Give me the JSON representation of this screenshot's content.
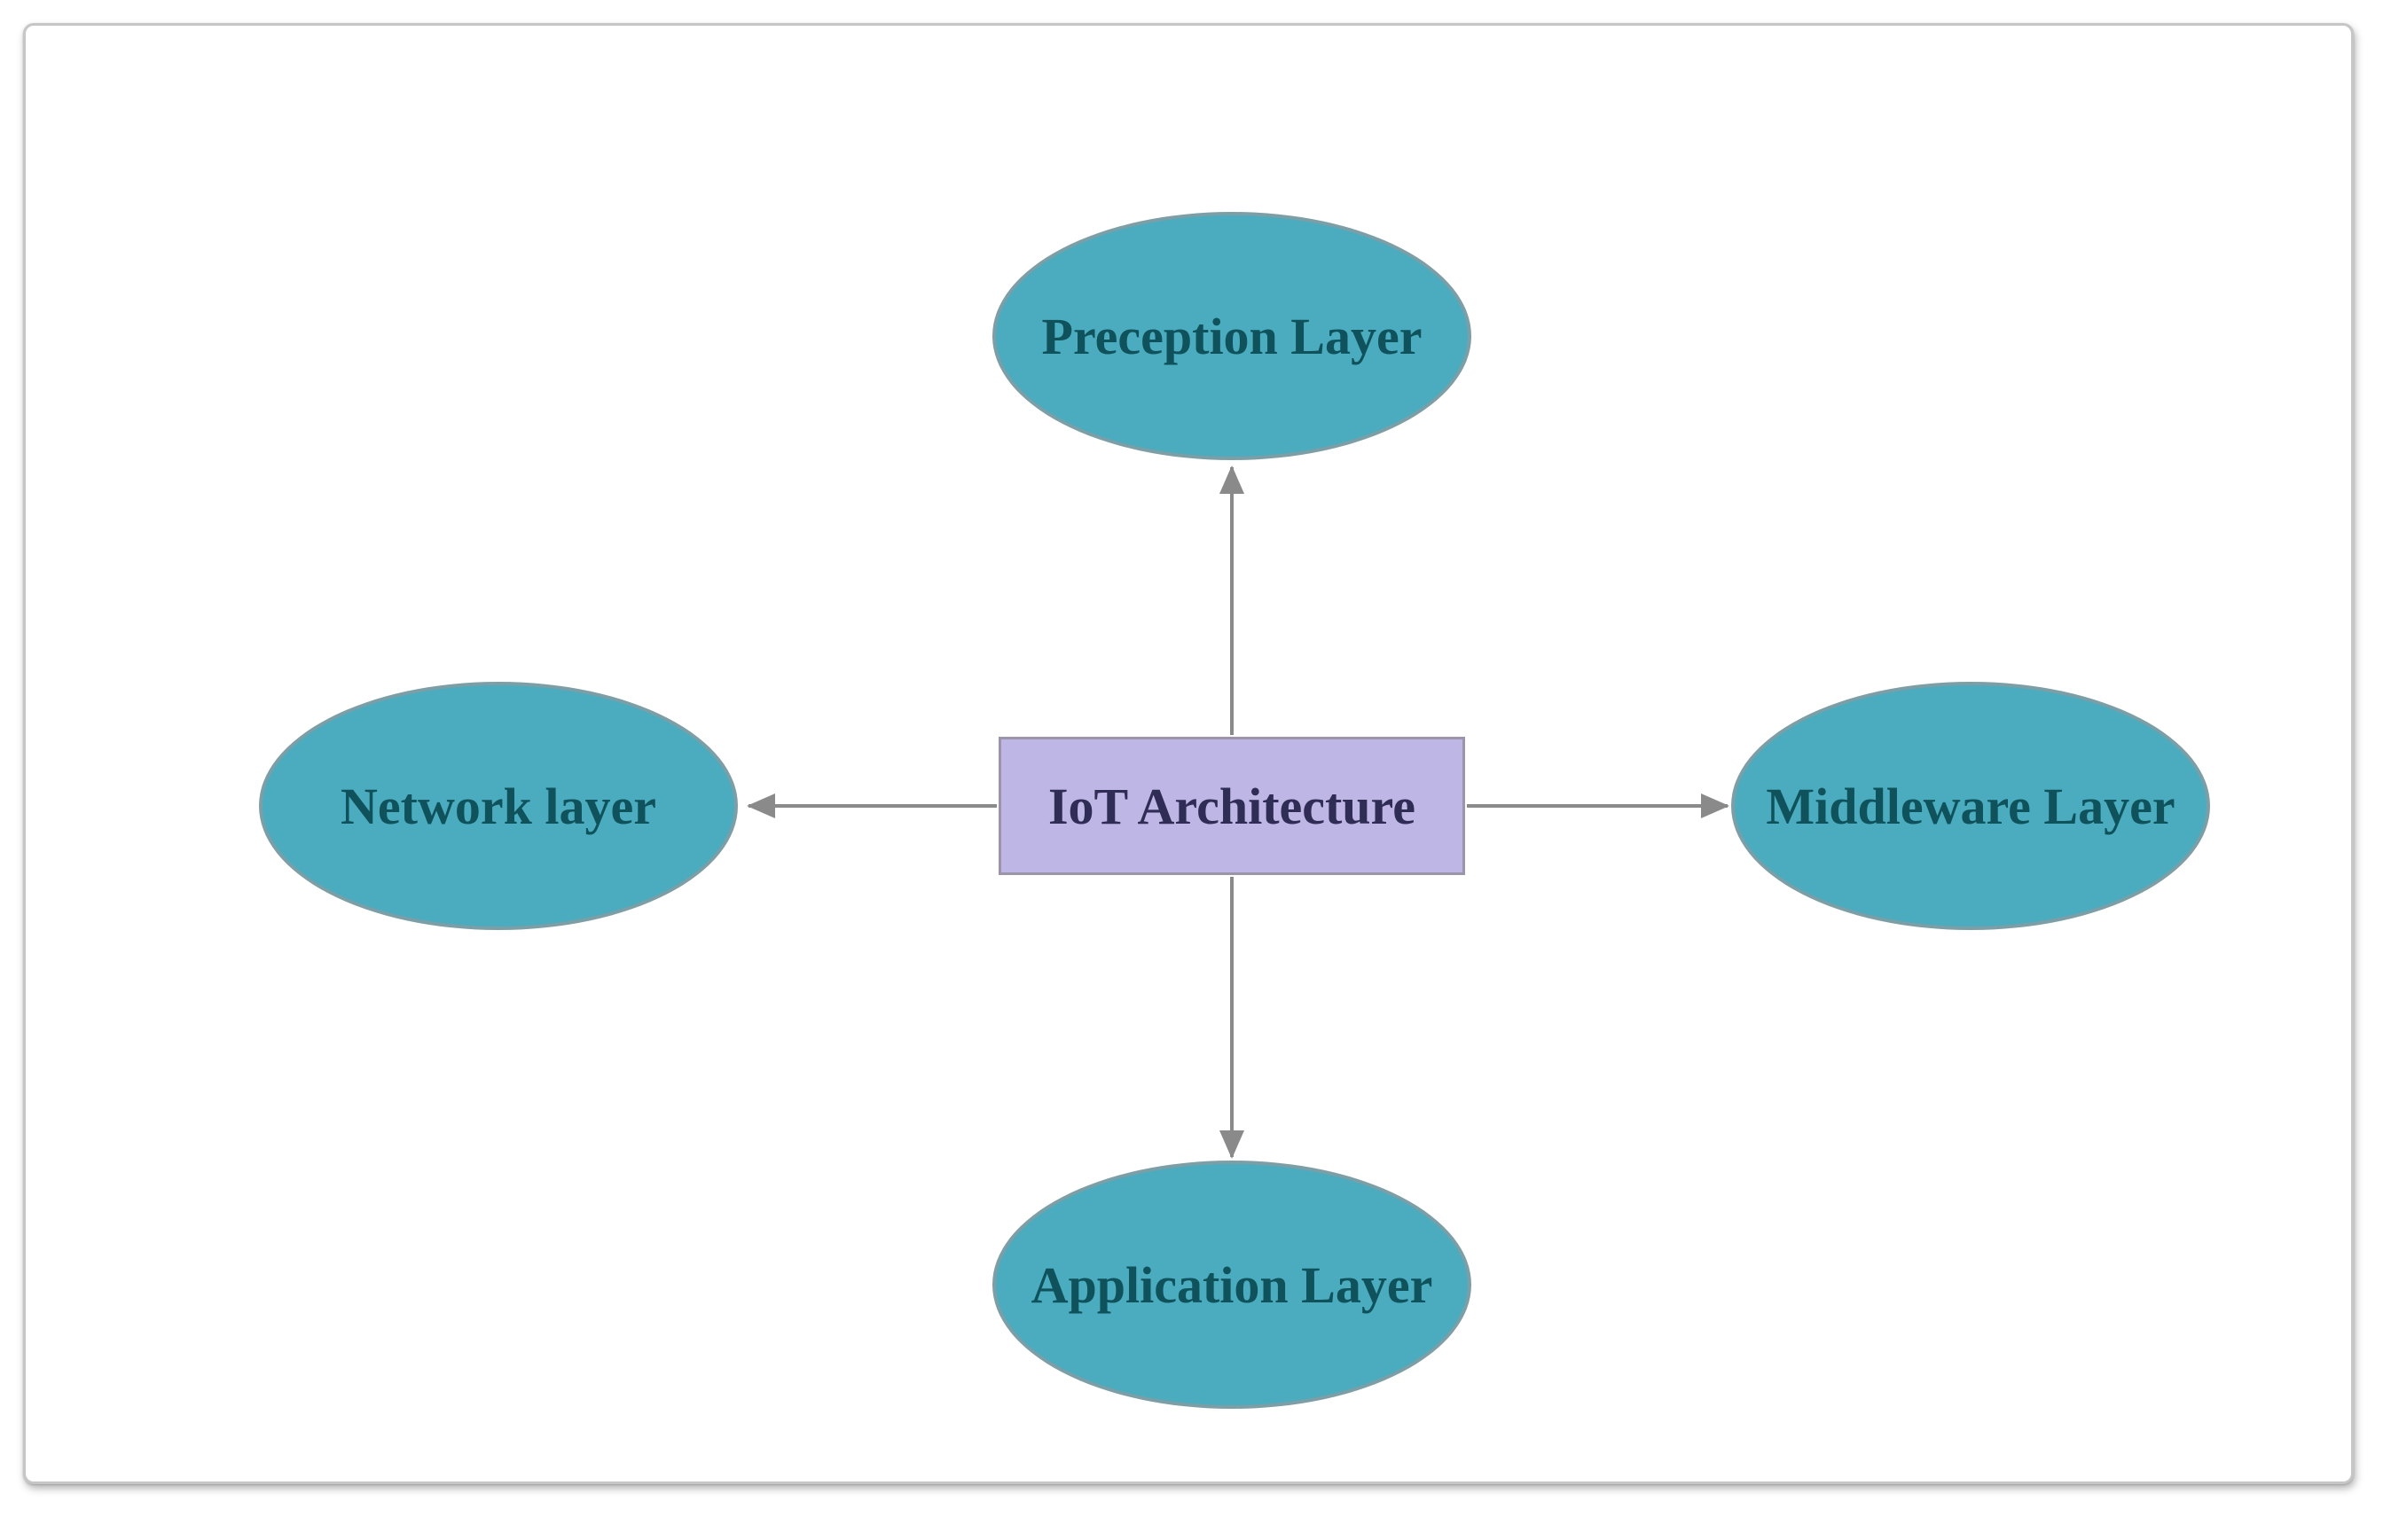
{
  "diagram": {
    "type": "radial-topology-diagram",
    "title": "IoT Architecture",
    "center_node": {
      "id": "iot-architecture",
      "label": "IoT Architecture",
      "shape": "rectangle"
    },
    "nodes": [
      {
        "id": "perception-layer",
        "label": "Preception Layer",
        "shape": "ellipse",
        "position": "top"
      },
      {
        "id": "network-layer",
        "label": "Network layer",
        "shape": "ellipse",
        "position": "left"
      },
      {
        "id": "middleware-layer",
        "label": "Middleware Layer",
        "shape": "ellipse",
        "position": "right"
      },
      {
        "id": "application-layer",
        "label": "Application Layer",
        "shape": "ellipse",
        "position": "bottom"
      }
    ],
    "connections": [
      {
        "from": "iot-architecture",
        "to": "perception-layer",
        "arrow": "up"
      },
      {
        "from": "iot-architecture",
        "to": "network-layer",
        "arrow": "left"
      },
      {
        "from": "iot-architecture",
        "to": "middleware-layer",
        "arrow": "right"
      },
      {
        "from": "iot-architecture",
        "to": "application-layer",
        "arrow": "down"
      }
    ],
    "colors": {
      "ellipse_fill": "#4aacbe",
      "ellipse_border": "#7c9ea6",
      "ellipse_text": "#0f525c",
      "rect_fill": "#beb6e4",
      "rect_border": "#9c94a8",
      "rect_text": "#2f2c55",
      "arrow": "#8a8a8a",
      "frame_border": "#c6c6c6",
      "background": "#ffffff"
    }
  }
}
